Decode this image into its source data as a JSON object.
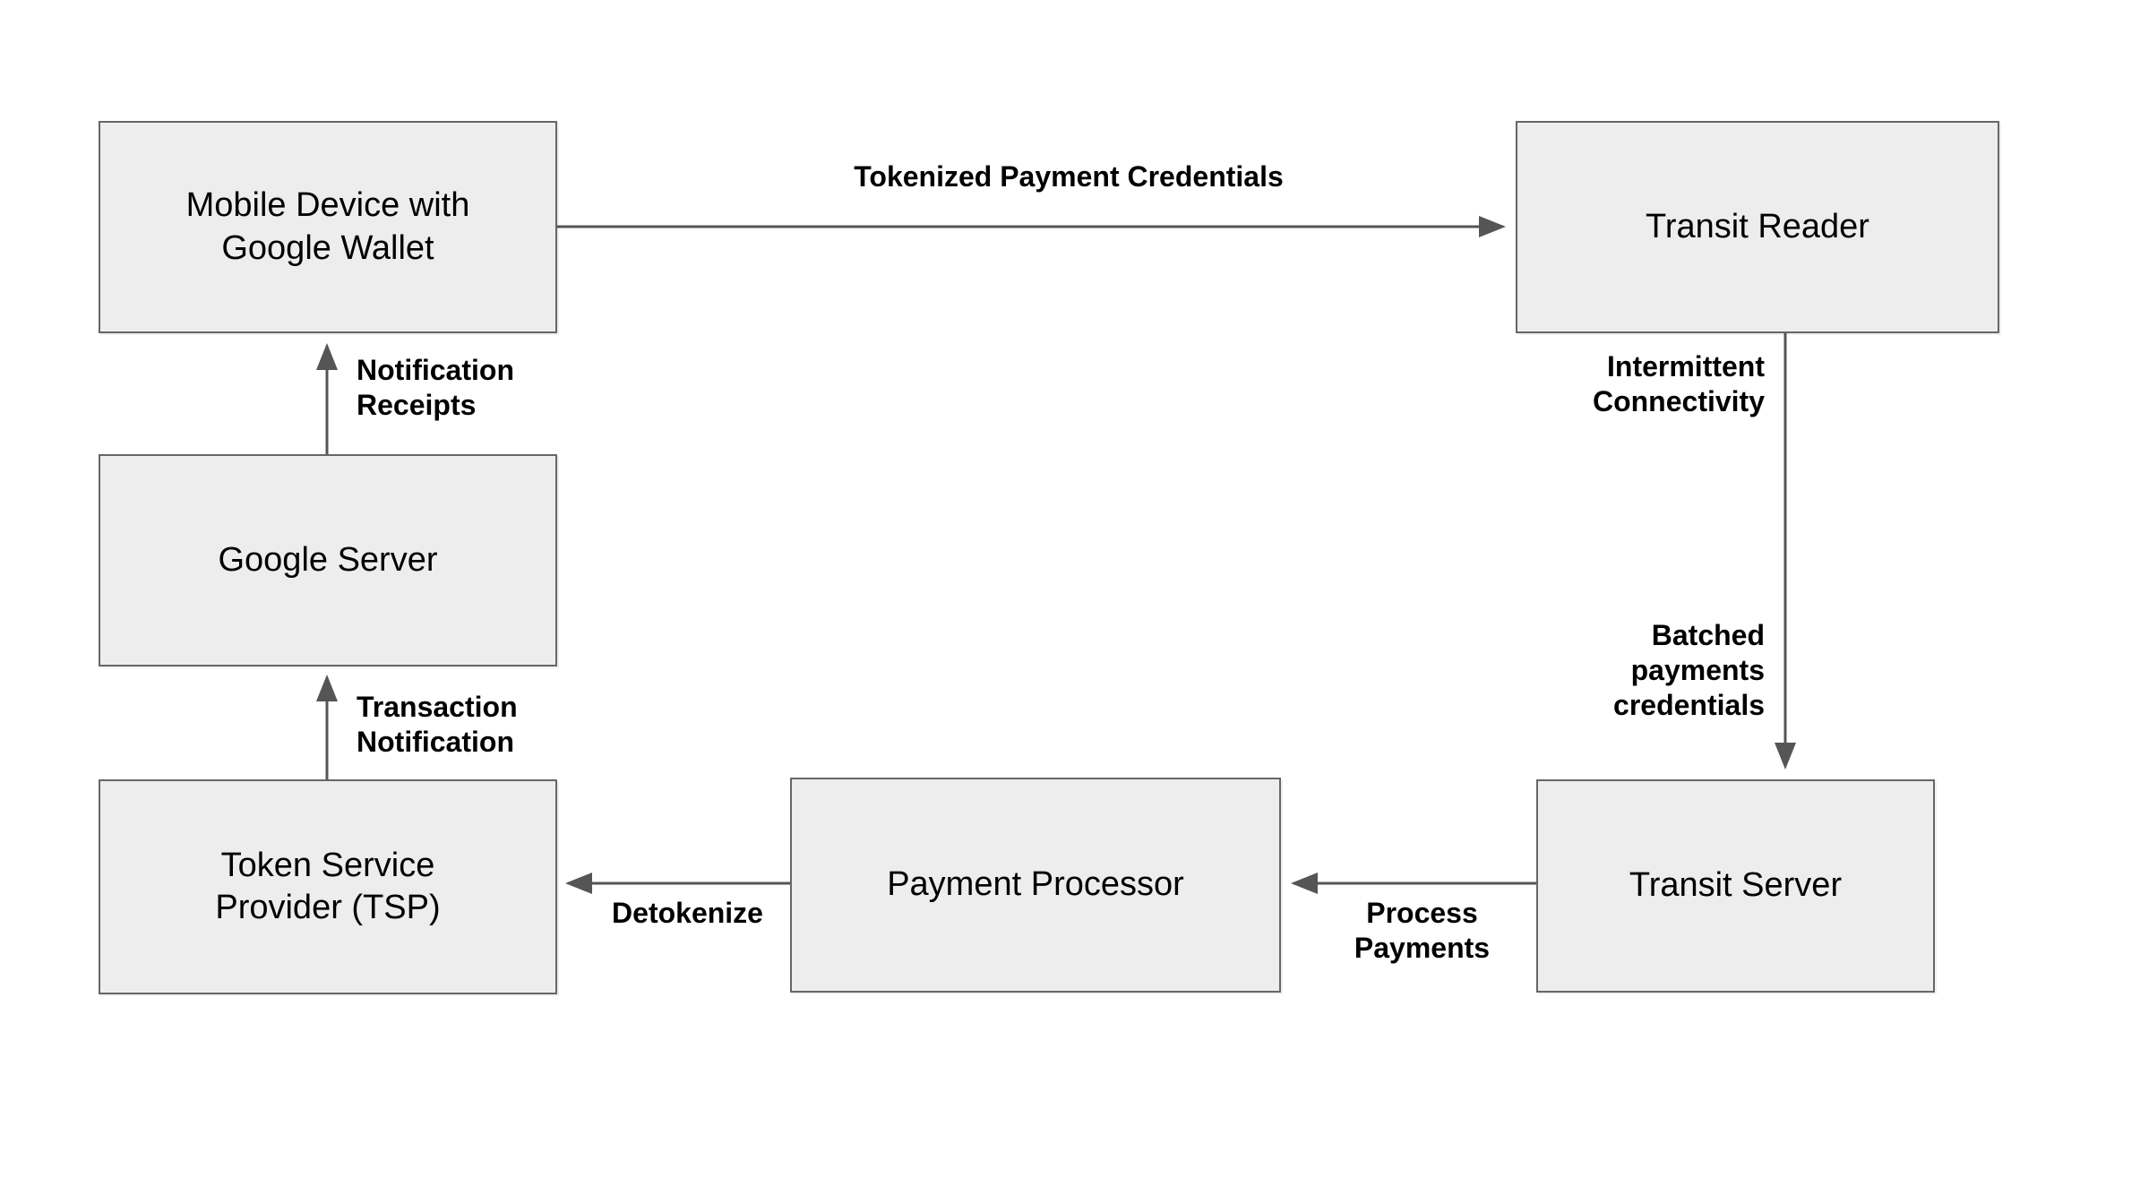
{
  "diagram": {
    "title_present": false,
    "colors": {
      "node_fill": "#ededed",
      "node_border": "#666666",
      "edge_stroke": "#555555",
      "text": "#000000",
      "background": "#ffffff"
    },
    "nodes": [
      {
        "id": "mobile-device",
        "label": "Mobile Device with\nGoogle Wallet"
      },
      {
        "id": "transit-reader",
        "label": "Transit Reader"
      },
      {
        "id": "google-server",
        "label": "Google Server"
      },
      {
        "id": "token-service",
        "label": "Token Service\nProvider (TSP)"
      },
      {
        "id": "payment-processor",
        "label": "Payment Processor"
      },
      {
        "id": "transit-server",
        "label": "Transit Server"
      }
    ],
    "edges": [
      {
        "id": "mobile-to-reader",
        "from": "mobile-device",
        "to": "transit-reader",
        "label": "Tokenized Payment Credentials"
      },
      {
        "id": "reader-to-server-top",
        "from": "transit-reader",
        "to": "transit-server",
        "label": "Intermittent\nConnectivity"
      },
      {
        "id": "reader-to-server-bottom",
        "from": "transit-reader",
        "to": "transit-server",
        "label": "Batched\npayments\ncredentials"
      },
      {
        "id": "transit-to-processor",
        "from": "transit-server",
        "to": "payment-processor",
        "label": "Process\nPayments"
      },
      {
        "id": "processor-to-tsp",
        "from": "payment-processor",
        "to": "token-service",
        "label": "Detokenize"
      },
      {
        "id": "tsp-to-google-server",
        "from": "token-service",
        "to": "google-server",
        "label": "Transaction\nNotification"
      },
      {
        "id": "google-server-to-mobile",
        "from": "google-server",
        "to": "mobile-device",
        "label": "Notification\nReceipts"
      }
    ]
  }
}
